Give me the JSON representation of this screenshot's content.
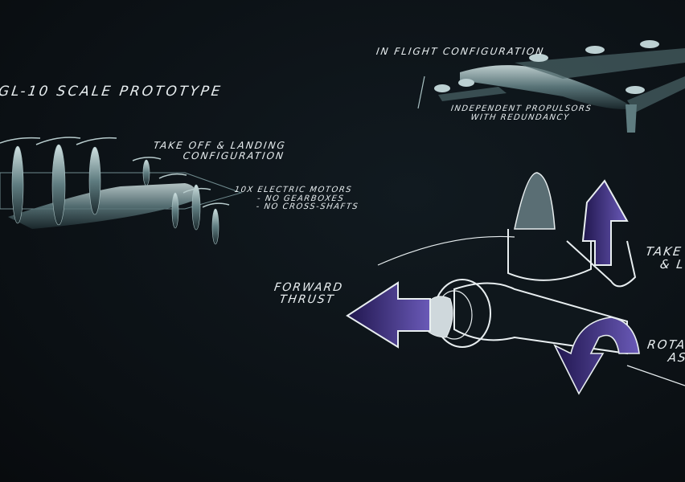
{
  "title": "GL-10 SCALE PROTOTYPE",
  "in_flight": {
    "heading": "IN FLIGHT  CONFIGURATION",
    "note_line1": "INDEPENDENT PROPULSORS",
    "note_line2": "WITH REDUNDANCY"
  },
  "takeoff": {
    "line1": "TAKE OFF & LANDING",
    "line2": "CONFIGURATION"
  },
  "motors": {
    "line1": "10X ELECTRIC MOTORS",
    "line2": "- NO GEARBOXES",
    "line3": "- NO CROSS-SHAFTS"
  },
  "thrust": {
    "line1": "FORWARD",
    "line2": "THRUST"
  },
  "right_labels": {
    "takeoff_line1": "TAKE",
    "takeoff_line2": "& L",
    "rotate_line1": "ROTA",
    "rotate_line2": "AS"
  },
  "colors": {
    "background": "#0c1216",
    "sketch_line": "#e8eef0",
    "aircraft_tint": "#9fbcbe",
    "arrow_accent": "#3a2a8a"
  }
}
